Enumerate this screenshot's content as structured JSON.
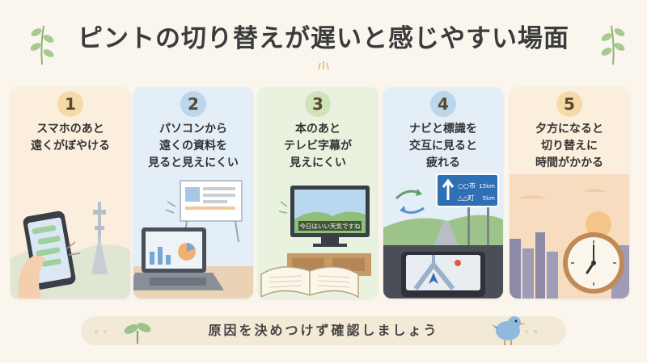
{
  "title": "ピントの切り替えが遅いと感じやすい場面",
  "cards": [
    {
      "number": "1",
      "lines": [
        "スマホのあと",
        "遠くがぼやける"
      ],
      "color": "#fbeedd"
    },
    {
      "number": "2",
      "lines": [
        "パソコンから",
        "遠くの資料を",
        "見ると見えにくい"
      ],
      "color": "#e4eef6"
    },
    {
      "number": "3",
      "lines": [
        "本のあと",
        "テレビ字幕が",
        "見えにくい"
      ],
      "color": "#e9f1df"
    },
    {
      "number": "4",
      "lines": [
        "ナビと標識を",
        "交互に見ると",
        "疲れる"
      ],
      "color": "#e4eef6"
    },
    {
      "number": "5",
      "lines": [
        "夕方になると",
        "切り替えに",
        "時間がかかる"
      ],
      "color": "#fbeedd"
    }
  ],
  "tv_caption": "今日はいい天気ですね",
  "road_sign": {
    "line1_place": "○○市",
    "line1_dist": "15km",
    "line2_place": "△△町",
    "line2_dist": "5km"
  },
  "footer": "原因を決めつけず確認しましょう",
  "colors": {
    "background": "#faf6ee",
    "title_text": "#3b3b3b",
    "sign_blue": "#2f6fb3",
    "leaf_green": "#8fb37a"
  }
}
